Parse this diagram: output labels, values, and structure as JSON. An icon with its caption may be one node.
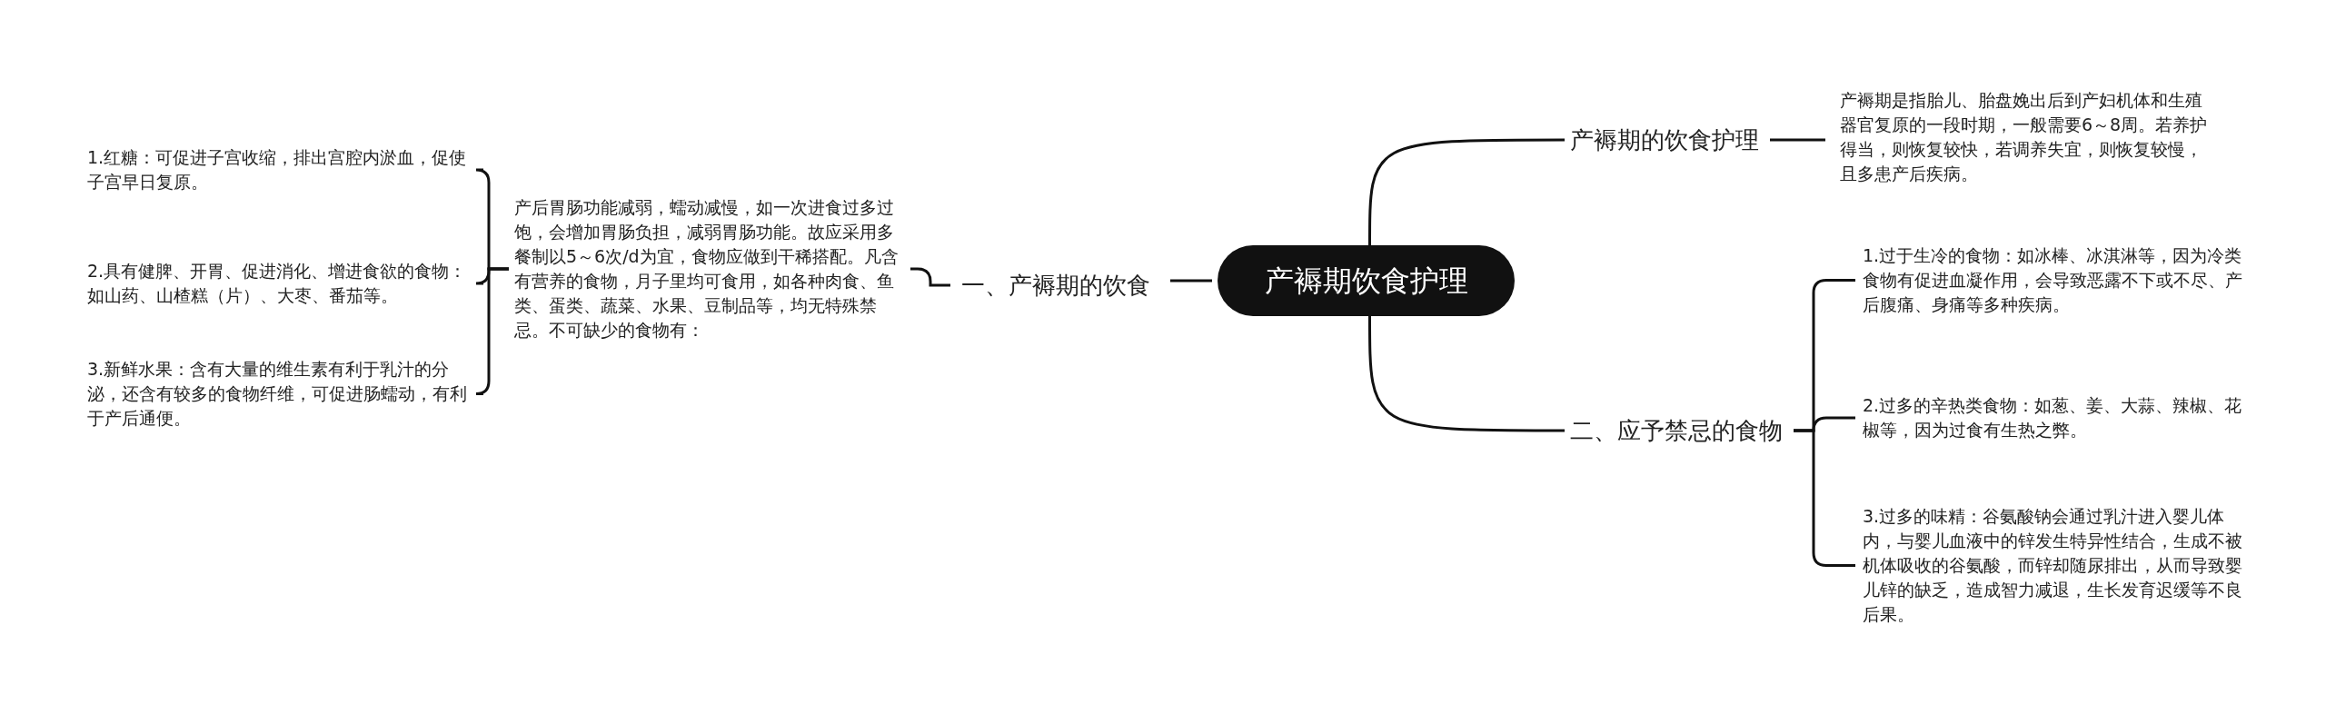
{
  "diagram": {
    "nodes": [
      {
        "text": [
          "产褥期饮食护理"
        ]
      },
      {
        "text": [
          "产褥期的饮食护理"
        ]
      },
      {
        "text": [
          "产褥期是指胎儿、胎盘娩出后到产妇机体和生殖器官复原的一段时期，一般需要6～8周。若养护得当，则恢复较快，若调养失宜，则恢复较慢，且多患产后疾病。"
        ]
      },
      {
        "text": [
          "一、产褥期的饮食"
        ]
      },
      {
        "text": [
          "产后胃肠功能减弱，蠕动减慢，如一次进食过多过饱，会增加胃肠负担，减弱胃肠功能。故应采用多餐制以5～6次/d为宜，食物应做到干稀搭配。凡含有营养的食物，月子里均可食用，如各种肉食、鱼类、蛋类、蔬菜、水果、豆制品等，均无特殊禁忌。不可缺少的食物有："
        ]
      },
      {
        "text": [
          "1.红糖：可促进子宫收缩，排出宫腔内淤血，促使子宫早日复原。"
        ]
      },
      {
        "text": [
          "2.具有健脾、开胃、促进消化、增进食欲的食物：如山药、山楂糕（片）、大枣、番茄等。"
        ]
      },
      {
        "text": [
          "3.新鲜水果：含有大量的维生素有利于乳汁的分泌，还含有较多的食物纤维，可促进肠蠕动，有利于产后通便。"
        ]
      },
      {
        "text": [
          "二、应予禁忌的食物"
        ]
      },
      {
        "text": [
          "1.过于生冷的食物：如冰棒、冰淇淋等，因为冷类食物有促进血凝作用，会导致恶露不下或不尽、产后腹痛、身痛等多种疾病。"
        ]
      },
      {
        "text": [
          "2.过多的辛热类食物：如葱、姜、大蒜、辣椒、花椒等，因为过食有生热之弊。"
        ]
      },
      {
        "text": [
          "3.过多的味精：谷氨酸钠会通过乳汁进入婴儿体内，与婴儿血液中的锌发生特异性结合，生成不被机体吸收的谷氨酸，而锌却随尿排出，从而导致婴儿锌的缺乏，造成智力减退，生长发育迟缓等不良后果。"
        ]
      }
    ],
    "edges": [
      {
        "from": 0,
        "to": 1,
        "arrow": "none"
      },
      {
        "from": 1,
        "to": 2,
        "arrow": "none"
      },
      {
        "from": 0,
        "to": 3,
        "arrow": "none"
      },
      {
        "from": 3,
        "to": 4,
        "arrow": "none"
      },
      {
        "from": 4,
        "to": 5,
        "arrow": "none"
      },
      {
        "from": 4,
        "to": 6,
        "arrow": "none"
      },
      {
        "from": 4,
        "to": 7,
        "arrow": "none"
      },
      {
        "from": 0,
        "to": 8,
        "arrow": "none"
      },
      {
        "from": 8,
        "to": 9,
        "arrow": "none"
      },
      {
        "from": 8,
        "to": 10,
        "arrow": "none"
      },
      {
        "from": 8,
        "to": 11,
        "arrow": "none"
      }
    ]
  }
}
